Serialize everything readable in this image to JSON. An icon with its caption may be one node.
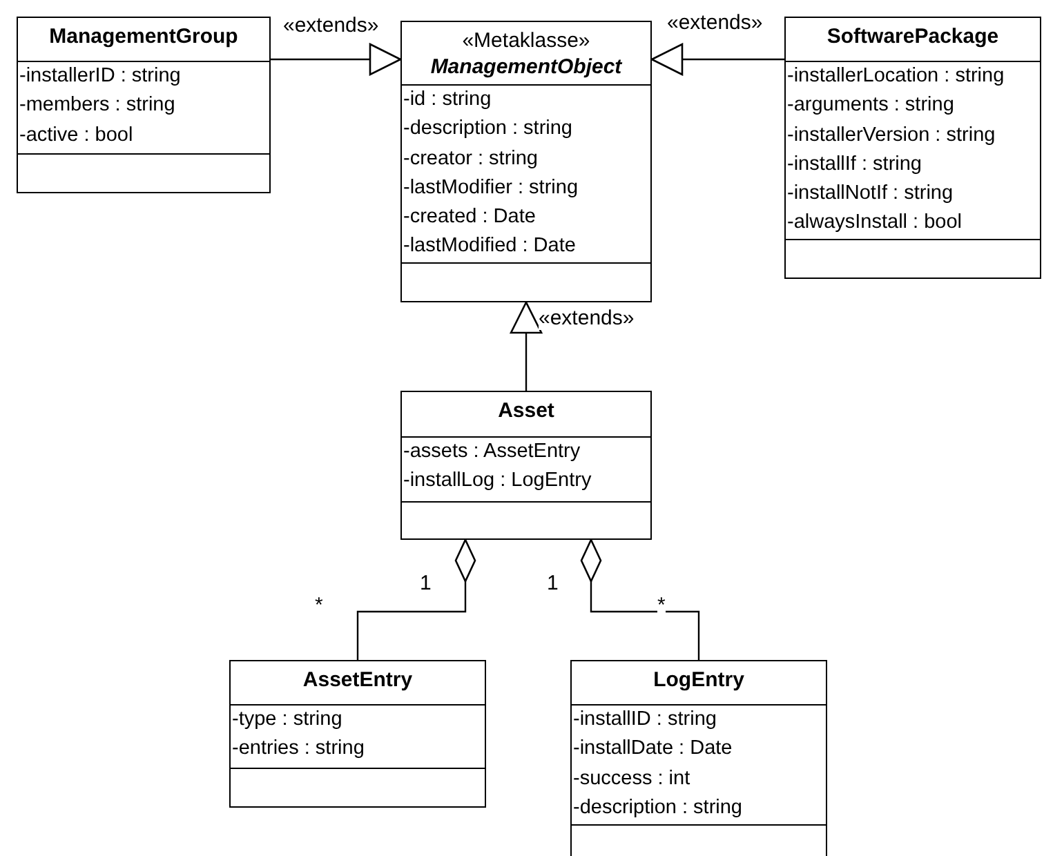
{
  "diagram": {
    "nodes": [
      {
        "text": [
          "ManagementGroup",
          "-installerID : string",
          "-members : string",
          "-active : bool"
        ]
      },
      {
        "text": [
          "«Metaklasse»",
          "ManagementObject",
          "-id : string",
          "-description : string",
          "-creator : string",
          "-lastModifier : string",
          "-created : Date",
          "-lastModified : Date"
        ]
      },
      {
        "text": [
          "SoftwarePackage",
          "-installerLocation : string",
          "-arguments : string",
          "-installerVersion : string",
          "-installIf : string",
          "-installNotIf : string",
          "-alwaysInstall : bool"
        ]
      },
      {
        "text": [
          "Asset",
          "-assets : AssetEntry",
          "-installLog : LogEntry"
        ]
      },
      {
        "text": [
          "AssetEntry",
          "-type : string",
          "-entries : string"
        ]
      },
      {
        "text": [
          "LogEntry",
          "-installID : string",
          "-installDate : Date",
          "-success : int",
          "-description : string"
        ]
      }
    ],
    "edges": [
      {
        "from": 0,
        "to": 1,
        "arrow": "to",
        "label": "«extends»"
      },
      {
        "from": 2,
        "to": 1,
        "arrow": "to",
        "label": "«extends»"
      },
      {
        "from": 3,
        "to": 1,
        "arrow": "to",
        "label": "«extends»"
      },
      {
        "from": 3,
        "to": 4,
        "arrow": "other"
      },
      {
        "from": 3,
        "to": 5,
        "arrow": "other"
      }
    ],
    "labels": [
      "1",
      "1",
      "*",
      "*"
    ]
  }
}
